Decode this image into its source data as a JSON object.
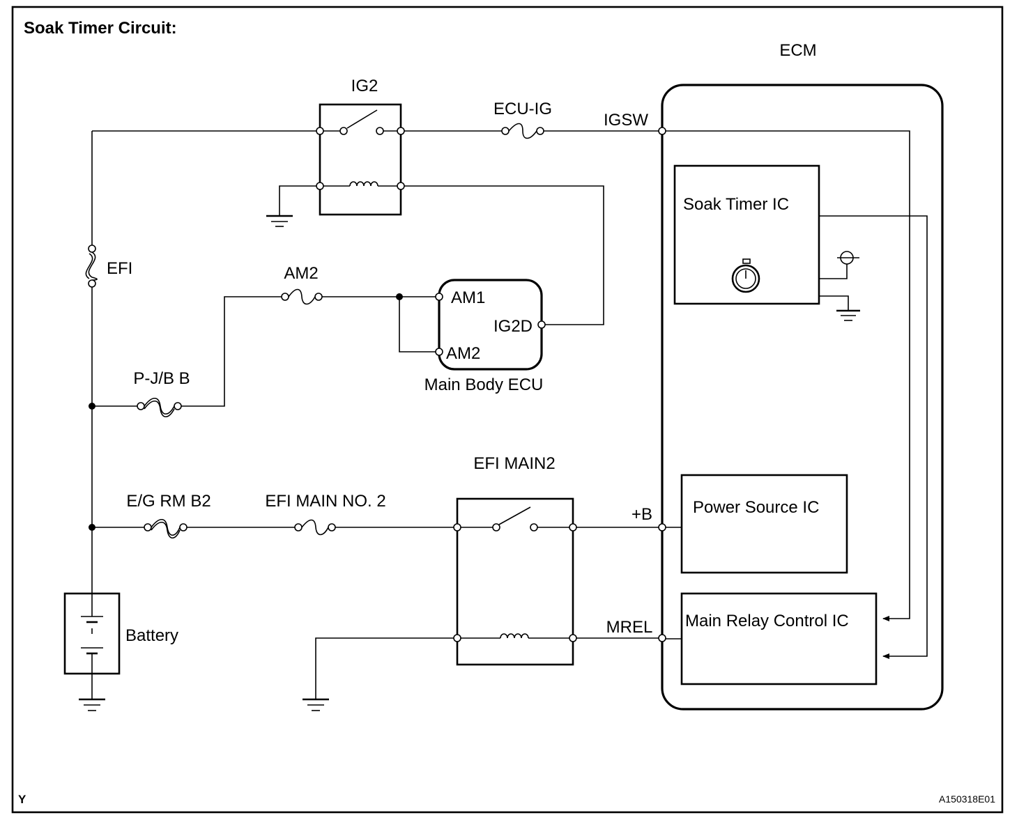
{
  "title": "Soak Timer Circuit:",
  "labels": {
    "ecm": "ECM",
    "ig2": "IG2",
    "ecu_ig": "ECU-IG",
    "igsw": "IGSW",
    "efi": "EFI",
    "am2_fuse": "AM2",
    "am1_pin": "AM1",
    "ig2d_pin": "IG2D",
    "am2_pin": "AM2",
    "main_body_ecu": "Main Body ECU",
    "pjb_b": "P-J/B B",
    "efi_main2": "EFI MAIN2",
    "eg_rm_b2": "E/G RM B2",
    "efi_main_no2": "EFI MAIN NO. 2",
    "plus_b": "+B",
    "mrel": "MREL",
    "battery": "Battery",
    "soak_timer_ic": "Soak Timer IC",
    "power_source_ic": "Power Source IC",
    "main_relay_control_ic": "Main Relay Control IC"
  },
  "corner_left": "Y",
  "corner_right": "A150318E01"
}
